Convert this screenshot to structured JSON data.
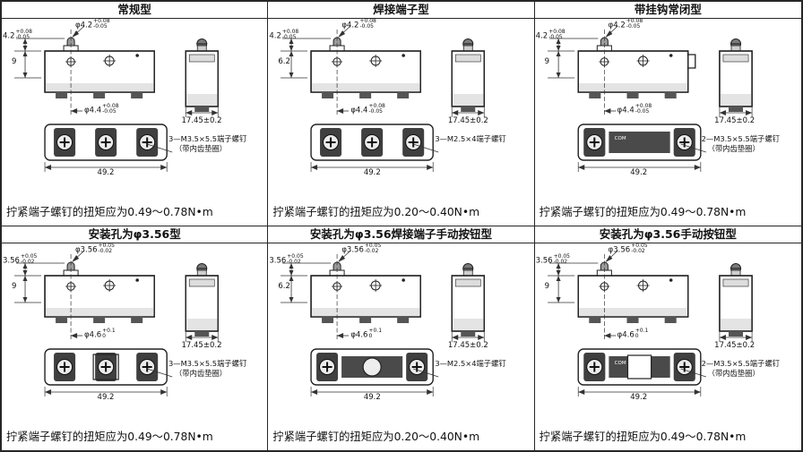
{
  "sheet": {
    "background": "#ffffff",
    "border_color": "#262626"
  },
  "cells": [
    {
      "title": "常规型",
      "dim_top": "φ4.2",
      "dim_top_tol": "+0.08\n-0.05",
      "dim_left1": "4.2",
      "dim_left1_tol": "+0.08\n-0.05",
      "dim_left2": "9",
      "dim_hole": "φ4.4",
      "dim_hole_tol": "+0.08\n-0.05",
      "dim_end": "17.45±0.2",
      "dim_bottom": "49.2",
      "terminal_label": "",
      "screw_note_1": "3—M3.5×5.5端子螺钉",
      "screw_note_2": "（带内齿垫圈）",
      "torque_note": "拧紧端子螺钉的扭矩应为0.49～0.78N•m",
      "variant": {
        "bottom": "b3",
        "overlays": []
      }
    },
    {
      "title": "焊接端子型",
      "dim_top": "φ4.2",
      "dim_top_tol": "+0.08\n-0.05",
      "dim_left1": "4.2",
      "dim_left1_tol": "+0.08\n-0.05",
      "dim_left2": "6.2",
      "dim_hole": "φ4.4",
      "dim_hole_tol": "+0.08\n-0.05",
      "dim_end": "17.45±0.2",
      "dim_bottom": "49.2",
      "terminal_label": "",
      "screw_note_1": "3—M2.5×4端子螺钉",
      "screw_note_2": "",
      "torque_note": "拧紧端子螺钉的扭矩应为0.20～0.40N•m",
      "variant": {
        "bottom": "b3",
        "overlays": []
      }
    },
    {
      "title": "带挂钩常闭型",
      "dim_top": "φ4.2",
      "dim_top_tol": "+0.08\n-0.05",
      "dim_left1": "4.2",
      "dim_left1_tol": "+0.08\n-0.05",
      "dim_left2": "9",
      "dim_hole": "φ4.4",
      "dim_hole_tol": "+0.08\n-0.05",
      "dim_end": "17.45±0.2",
      "dim_bottom": "49.2",
      "terminal_label": "COM",
      "screw_note_1": "2—M3.5×5.5端子螺钉",
      "screw_note_2": "（带内齿垫圈）",
      "torque_note": "拧紧端子螺钉的扭矩应为0.49～0.78N•m",
      "variant": {
        "bottom": "b2",
        "overlays": [
          "hook"
        ]
      }
    },
    {
      "title": "安装孔为φ3.56型",
      "dim_top": "φ3.56",
      "dim_top_tol": "+0.05\n-0.02",
      "dim_left1": "3.56",
      "dim_left1_tol": "+0.05\n-0.02",
      "dim_left2": "9",
      "dim_hole": "φ4.6",
      "dim_hole_tol": "+0.1\n 0",
      "dim_end": "17.45±0.2",
      "dim_bottom": "49.2",
      "terminal_label": "",
      "screw_note_1": "3—M3.5×5.5端子螺钉",
      "screw_note_2": "（带内齿垫圈）",
      "torque_note": "拧紧端子螺钉的扭矩应为0.49～0.78N•m",
      "variant": {
        "bottom": "b3",
        "overlays": [
          "sqo"
        ]
      }
    },
    {
      "title": "安装孔为φ3.56焊接端子手动按钮型",
      "dim_top": "φ3.56",
      "dim_top_tol": "+0.05\n-0.02",
      "dim_left1": "3.56",
      "dim_left1_tol": "+0.05\n-0.02",
      "dim_left2": "6.2",
      "dim_hole": "φ4.6",
      "dim_hole_tol": "+0.1\n 0",
      "dim_end": "17.45±0.2",
      "dim_bottom": "49.2",
      "terminal_label": "",
      "screw_note_1": "3—M2.5×4端子螺钉",
      "screw_note_2": "",
      "torque_note": "拧紧端子螺钉的扭矩应为0.20～0.40N•m",
      "variant": {
        "bottom": "b2",
        "overlays": [
          "circle"
        ]
      }
    },
    {
      "title": "安装孔为φ3.56手动按钮型",
      "dim_top": "φ3.56",
      "dim_top_tol": "+0.05\n-0.02",
      "dim_left1": "3.56",
      "dim_left1_tol": "+0.05\n-0.02",
      "dim_left2": "9",
      "dim_hole": "φ4.6",
      "dim_hole_tol": "+0.1\n 0",
      "dim_end": "17.45±0.2",
      "dim_bottom": "49.2",
      "terminal_label": "COM",
      "screw_note_1": "2—M3.5×5.5端子螺钉",
      "screw_note_2": "（带内齿垫圈）",
      "torque_note": "拧紧端子螺钉的扭矩应为0.49～0.78N•m",
      "variant": {
        "bottom": "b2",
        "overlays": [
          "sqw"
        ]
      }
    }
  ]
}
